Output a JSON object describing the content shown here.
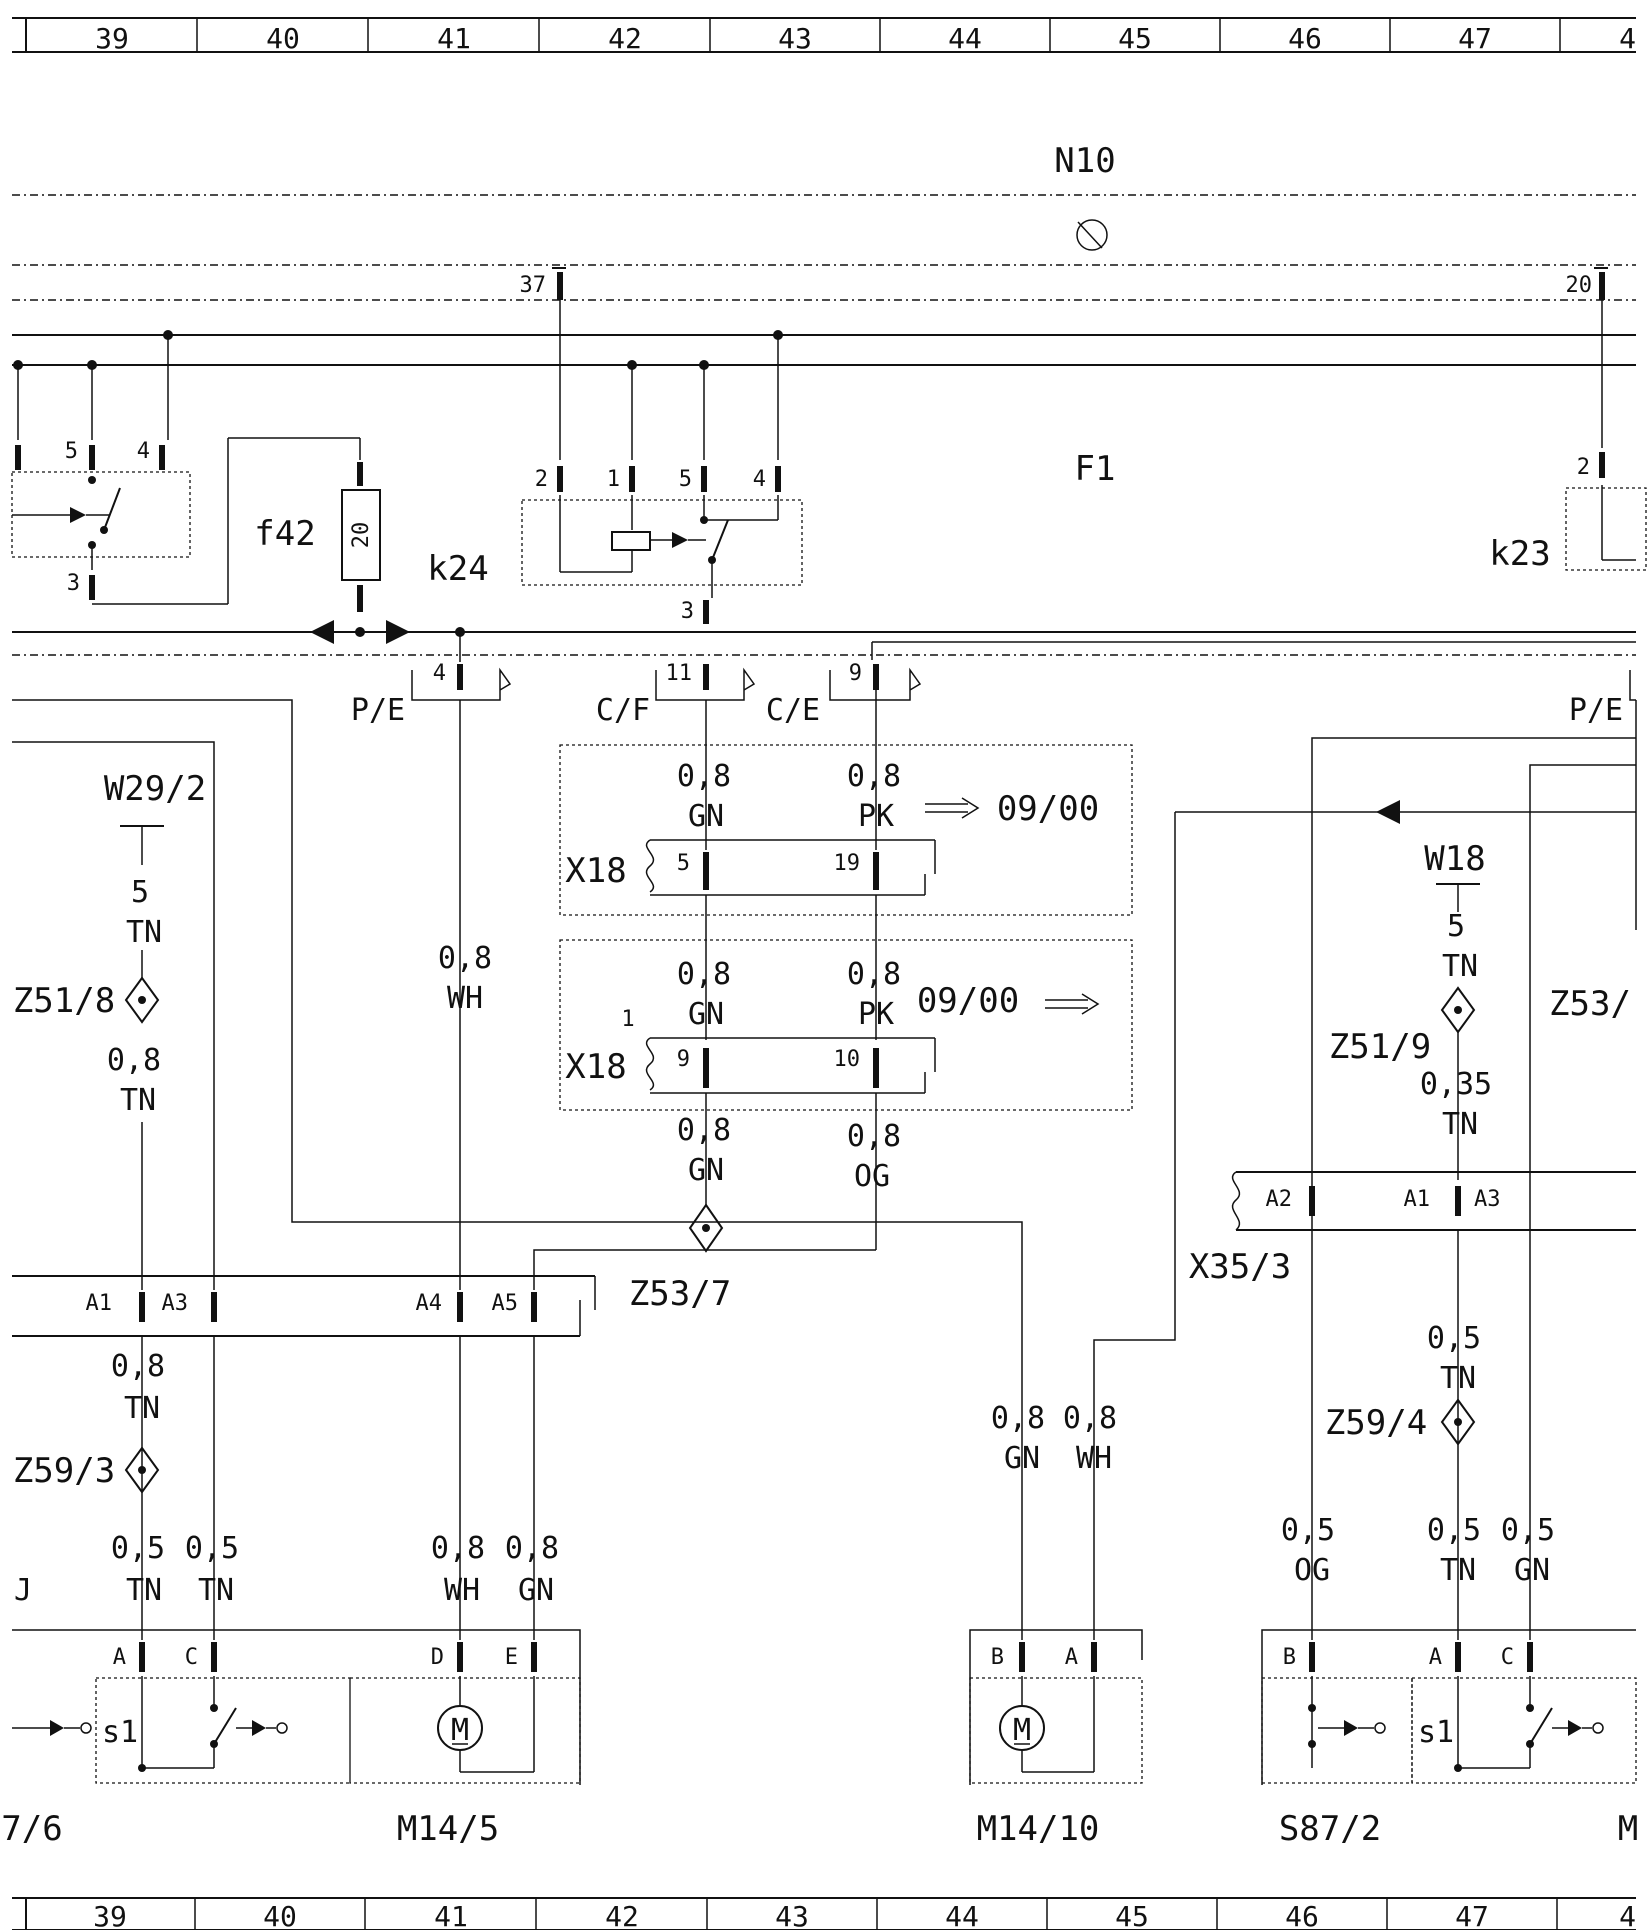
{
  "ruler": {
    "columns": [
      "39",
      "40",
      "41",
      "42",
      "43",
      "44",
      "45",
      "46",
      "47",
      "4"
    ]
  },
  "buses": {
    "top": "N10",
    "main": "F1"
  },
  "components": {
    "f42": "f42",
    "f42_rating": "20",
    "k24": "k24",
    "k23": "k23",
    "w29_2": "W29/2",
    "w18": "W18",
    "z51_8": "Z51/8",
    "z51_9": "Z51/9",
    "z53_7": "Z53/7",
    "z53_partial": "Z53/",
    "z59_3": "Z59/3",
    "z59_4": "Z59/4",
    "x18a": "X18",
    "x18b": "X18",
    "x35_3": "X35/3",
    "m14_5": "M14/5",
    "m14_10": "M14/10",
    "s87_2": "S87/2",
    "left_partial": "7/6",
    "right_partial": "M",
    "left_cut_label": "J",
    "s1_label": "s1",
    "motor_label": "M"
  },
  "arrows": {
    "ref_out": "09/00",
    "ref_in": "09/00"
  },
  "splice_tags": {
    "pe_left": "P/E",
    "cf": "C/F",
    "ce": "C/E",
    "pe_right": "P/E"
  },
  "pins": {
    "n10_37": "37",
    "n10_20": "20",
    "relay_left": [
      "5",
      "4",
      "3"
    ],
    "k24": [
      "2",
      "1",
      "5",
      "4",
      "3"
    ],
    "k23": "2",
    "f42_conn": "4",
    "cf_pin": "11",
    "ce_pin": "9",
    "x18a": [
      "5",
      "19"
    ],
    "x18b": [
      "9",
      "10"
    ],
    "x18b_marker": "1",
    "conn_left": [
      "A1",
      "A3",
      "A4",
      "A5"
    ],
    "x35": [
      "A2",
      "A1",
      "A3"
    ],
    "m14_5": [
      "A",
      "C",
      "D",
      "E"
    ],
    "m14_10": [
      "B",
      "A"
    ],
    "s87_2": [
      "B",
      "A",
      "C"
    ]
  },
  "wires": {
    "w29": {
      "gauge": "5",
      "color": "TN"
    },
    "z51_8_out": {
      "gauge": "0,8",
      "color": "TN"
    },
    "f42_wh": {
      "gauge": "0,8",
      "color": "WH"
    },
    "x18a_gn": {
      "gauge": "0,8",
      "color": "GN"
    },
    "x18a_pk": {
      "gauge": "0,8",
      "color": "PK"
    },
    "x18b_gn": {
      "gauge": "0,8",
      "color": "GN"
    },
    "x18b_pk": {
      "gauge": "0,8",
      "color": "PK"
    },
    "x18b_out_gn": {
      "gauge": "0,8",
      "color": "GN"
    },
    "x18b_out_og": {
      "gauge": "0,8",
      "color": "OG"
    },
    "a1_out": {
      "gauge": "0,8",
      "color": "TN"
    },
    "m145_a": {
      "gauge": "0,5",
      "color": "TN"
    },
    "m145_c": {
      "gauge": "0,5",
      "color": "TN"
    },
    "m145_d": {
      "gauge": "0,8",
      "color": "WH"
    },
    "m145_e": {
      "gauge": "0,8",
      "color": "GN"
    },
    "m1410_b": {
      "gauge": "0,8",
      "color": "GN"
    },
    "m1410_a": {
      "gauge": "0,8",
      "color": "WH"
    },
    "w18": {
      "gauge": "5",
      "color": "TN"
    },
    "z51_9_out": {
      "gauge": "0,35",
      "color": "TN"
    },
    "x35_out": {
      "gauge": "0,5",
      "color": "TN"
    },
    "s87_b": {
      "gauge": "0,5",
      "color": "OG"
    },
    "s87_a": {
      "gauge": "0,5",
      "color": "TN"
    },
    "s87_c": {
      "gauge": "0,5",
      "color": "GN"
    }
  }
}
